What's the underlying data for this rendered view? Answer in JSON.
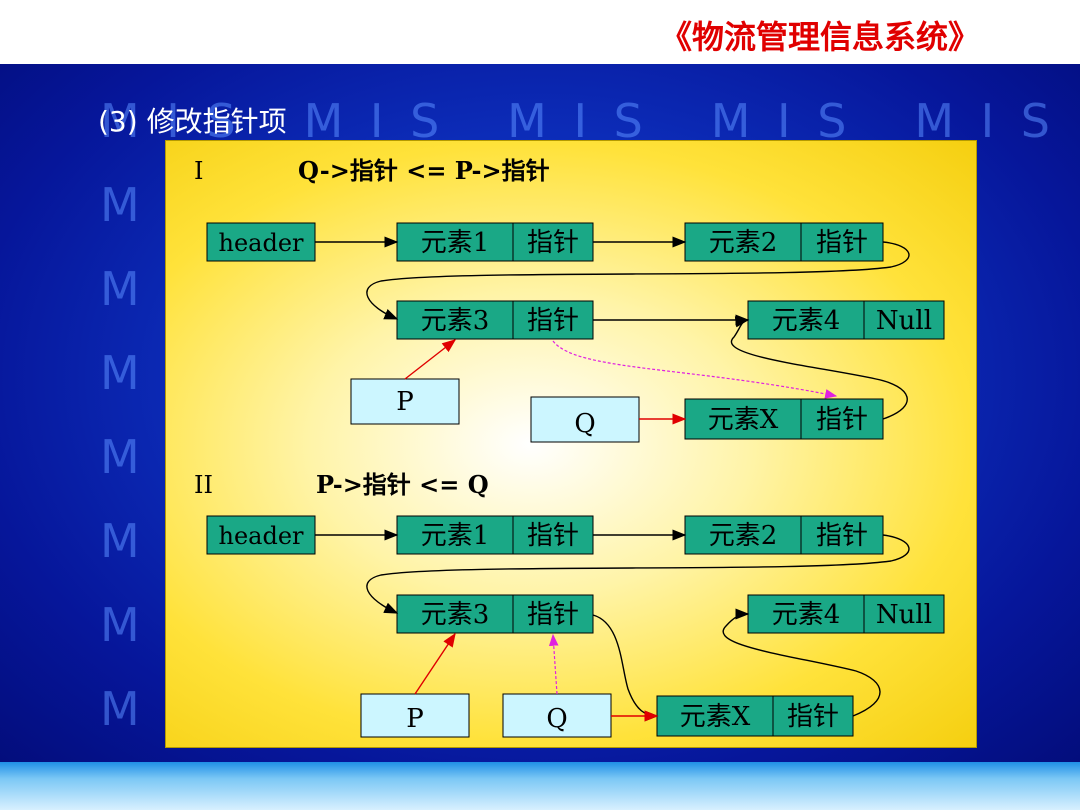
{
  "header": {
    "title": "《物流管理信息系统》"
  },
  "watermark": {
    "text": "M I S"
  },
  "slide": {
    "heading": "(3) 修改指针项"
  },
  "diagram": {
    "part1": {
      "label": "I",
      "rule": "Q->指针 <= P->指针",
      "header": "header",
      "nodes": [
        {
          "elem": "元素1",
          "ptr": "指针"
        },
        {
          "elem": "元素2",
          "ptr": "指针"
        },
        {
          "elem": "元素3",
          "ptr": "指针"
        },
        {
          "elem": "元素4",
          "ptr": "Null"
        },
        {
          "elem": "元素X",
          "ptr": "指针"
        }
      ],
      "p": "P",
      "q": "Q"
    },
    "part2": {
      "label": "II",
      "rule": "P->指针 <= Q",
      "header": "header",
      "nodes": [
        {
          "elem": "元素1",
          "ptr": "指针"
        },
        {
          "elem": "元素2",
          "ptr": "指针"
        },
        {
          "elem": "元素3",
          "ptr": "指针"
        },
        {
          "elem": "元素4",
          "ptr": "Null"
        },
        {
          "elem": "元素X",
          "ptr": "指针"
        }
      ],
      "p": "P",
      "q": "Q"
    }
  },
  "colors": {
    "node_fill": "#1aa886",
    "label_fill": "#ccf6ff",
    "arrow_red": "#ff1010",
    "arrow_magenta": "#e020e0"
  }
}
